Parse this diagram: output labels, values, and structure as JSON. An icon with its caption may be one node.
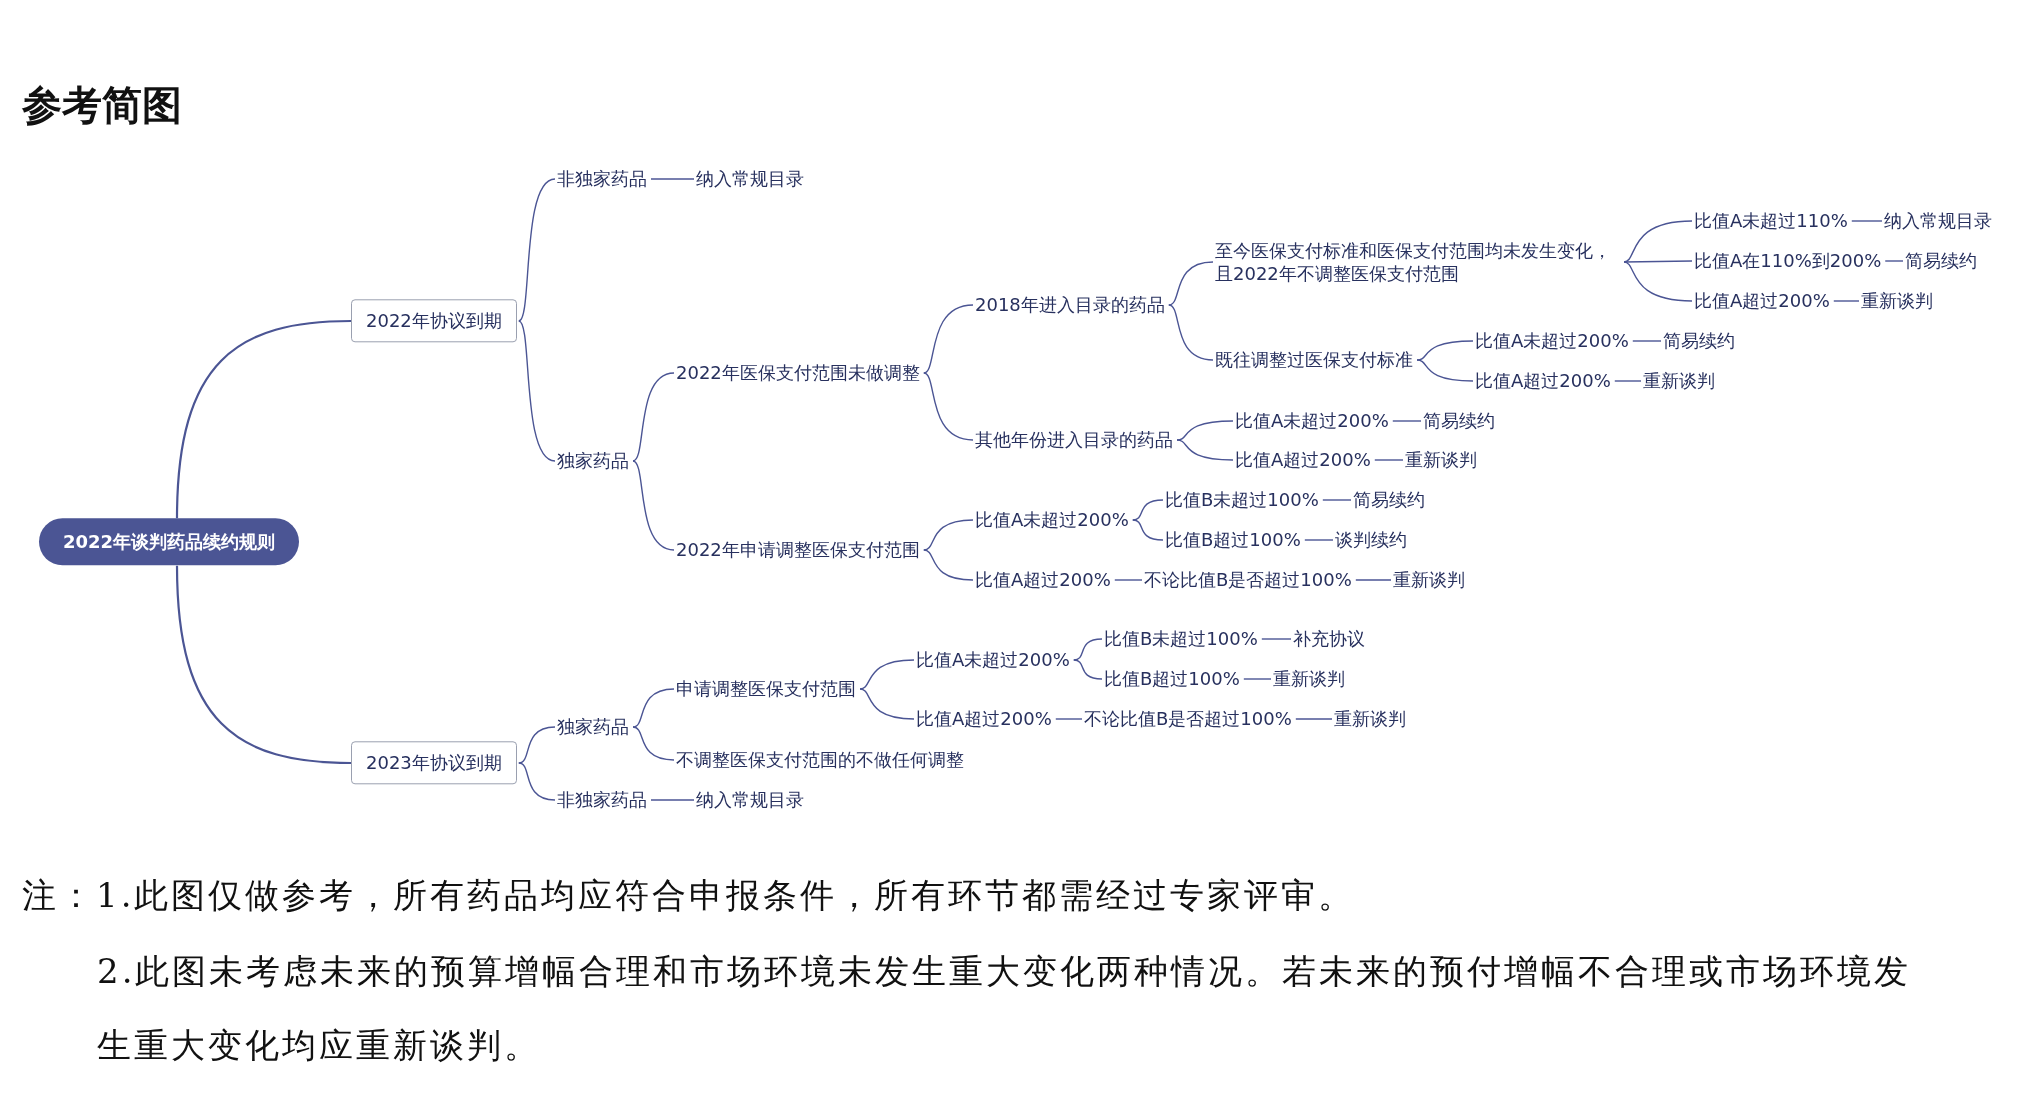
{
  "diagram": {
    "title": "参考简图",
    "nodes": [
      {
        "text": [
          "2022年谈判药品续约规则"
        ]
      },
      {
        "text": [
          "2022年协议到期"
        ]
      },
      {
        "text": [
          "非独家药品"
        ]
      },
      {
        "text": [
          "纳入常规目录"
        ]
      },
      {
        "text": [
          "独家药品"
        ]
      },
      {
        "text": [
          "2022年医保支付范围未做调整"
        ]
      },
      {
        "text": [
          "2018年进入目录的药品"
        ]
      },
      {
        "text": [
          "至今医保支付标准和医保支付范围均未发生变化，且2022年不调整医保支付范围"
        ]
      },
      {
        "text": [
          "比值A未超过110%"
        ]
      },
      {
        "text": [
          "纳入常规目录"
        ]
      },
      {
        "text": [
          "比值A在110%到200%"
        ]
      },
      {
        "text": [
          "简易续约"
        ]
      },
      {
        "text": [
          "比值A超过200%"
        ]
      },
      {
        "text": [
          "重新谈判"
        ]
      },
      {
        "text": [
          "既往调整过医保支付标准"
        ]
      },
      {
        "text": [
          "比值A未超过200%"
        ]
      },
      {
        "text": [
          "简易续约"
        ]
      },
      {
        "text": [
          "比值A超过200%"
        ]
      },
      {
        "text": [
          "重新谈判"
        ]
      },
      {
        "text": [
          "其他年份进入目录的药品"
        ]
      },
      {
        "text": [
          "比值A未超过200%"
        ]
      },
      {
        "text": [
          "简易续约"
        ]
      },
      {
        "text": [
          "比值A超过200%"
        ]
      },
      {
        "text": [
          "重新谈判"
        ]
      },
      {
        "text": [
          "2022年申请调整医保支付范围"
        ]
      },
      {
        "text": [
          "比值A未超过200%"
        ]
      },
      {
        "text": [
          "比值B未超过100%"
        ]
      },
      {
        "text": [
          "简易续约"
        ]
      },
      {
        "text": [
          "比值B超过100%"
        ]
      },
      {
        "text": [
          "谈判续约"
        ]
      },
      {
        "text": [
          "比值A超过200%"
        ]
      },
      {
        "text": [
          "不论比值B是否超过100%"
        ]
      },
      {
        "text": [
          "重新谈判"
        ]
      },
      {
        "text": [
          "2023年协议到期"
        ]
      },
      {
        "text": [
          "独家药品"
        ]
      },
      {
        "text": [
          "申请调整医保支付范围"
        ]
      },
      {
        "text": [
          "比值A未超过200%"
        ]
      },
      {
        "text": [
          "比值B未超过100%"
        ]
      },
      {
        "text": [
          "补充协议"
        ]
      },
      {
        "text": [
          "比值B超过100%"
        ]
      },
      {
        "text": [
          "重新谈判"
        ]
      },
      {
        "text": [
          "比值A超过200%"
        ]
      },
      {
        "text": [
          "不论比值B是否超过100%"
        ]
      },
      {
        "text": [
          "重新谈判"
        ]
      },
      {
        "text": [
          "不调整医保支付范围的不做任何调整"
        ]
      },
      {
        "text": [
          "非独家药品"
        ]
      },
      {
        "text": [
          "纳入常规目录"
        ]
      }
    ],
    "edges": [
      {
        "from": 0,
        "to": 1,
        "arrow": "none"
      },
      {
        "from": 0,
        "to": 33,
        "arrow": "none"
      },
      {
        "from": 1,
        "to": 2,
        "arrow": "none"
      },
      {
        "from": 2,
        "to": 3,
        "arrow": "none"
      },
      {
        "from": 1,
        "to": 4,
        "arrow": "none"
      },
      {
        "from": 4,
        "to": 5,
        "arrow": "none"
      },
      {
        "from": 5,
        "to": 6,
        "arrow": "none"
      },
      {
        "from": 6,
        "to": 7,
        "arrow": "none"
      },
      {
        "from": 7,
        "to": 8,
        "arrow": "none"
      },
      {
        "from": 8,
        "to": 9,
        "arrow": "none"
      },
      {
        "from": 7,
        "to": 10,
        "arrow": "none"
      },
      {
        "from": 10,
        "to": 11,
        "arrow": "none"
      },
      {
        "from": 7,
        "to": 12,
        "arrow": "none"
      },
      {
        "from": 12,
        "to": 13,
        "arrow": "none"
      },
      {
        "from": 6,
        "to": 14,
        "arrow": "none"
      },
      {
        "from": 14,
        "to": 15,
        "arrow": "none"
      },
      {
        "from": 15,
        "to": 16,
        "arrow": "none"
      },
      {
        "from": 14,
        "to": 17,
        "arrow": "none"
      },
      {
        "from": 17,
        "to": 18,
        "arrow": "none"
      },
      {
        "from": 5,
        "to": 19,
        "arrow": "none"
      },
      {
        "from": 19,
        "to": 20,
        "arrow": "none"
      },
      {
        "from": 20,
        "to": 21,
        "arrow": "none"
      },
      {
        "from": 19,
        "to": 22,
        "arrow": "none"
      },
      {
        "from": 22,
        "to": 23,
        "arrow": "none"
      },
      {
        "from": 4,
        "to": 24,
        "arrow": "none"
      },
      {
        "from": 24,
        "to": 25,
        "arrow": "none"
      },
      {
        "from": 25,
        "to": 26,
        "arrow": "none"
      },
      {
        "from": 26,
        "to": 27,
        "arrow": "none"
      },
      {
        "from": 25,
        "to": 28,
        "arrow": "none"
      },
      {
        "from": 28,
        "to": 29,
        "arrow": "none"
      },
      {
        "from": 24,
        "to": 30,
        "arrow": "none"
      },
      {
        "from": 30,
        "to": 31,
        "arrow": "none"
      },
      {
        "from": 31,
        "to": 32,
        "arrow": "none"
      },
      {
        "from": 33,
        "to": 34,
        "arrow": "none"
      },
      {
        "from": 34,
        "to": 35,
        "arrow": "none"
      },
      {
        "from": 35,
        "to": 36,
        "arrow": "none"
      },
      {
        "from": 36,
        "to": 37,
        "arrow": "none"
      },
      {
        "from": 37,
        "to": 38,
        "arrow": "none"
      },
      {
        "from": 36,
        "to": 39,
        "arrow": "none"
      },
      {
        "from": 39,
        "to": 40,
        "arrow": "none"
      },
      {
        "from": 35,
        "to": 41,
        "arrow": "none"
      },
      {
        "from": 41,
        "to": 42,
        "arrow": "none"
      },
      {
        "from": 42,
        "to": 43,
        "arrow": "none"
      },
      {
        "from": 34,
        "to": 44,
        "arrow": "none"
      },
      {
        "from": 33,
        "to": 45,
        "arrow": "none"
      },
      {
        "from": 45,
        "to": 46,
        "arrow": "none"
      }
    ],
    "labels": [
      "注：1.此图仅做参考，所有药品均应符合申报条件，所有环节都需经过专家评审。",
      "2.此图未考虑未来的预算增幅合理和市场环境未发生重大变化两种情况。若未来的预付增幅不合理或市场环境发生重大变化均应重新谈判。"
    ]
  }
}
